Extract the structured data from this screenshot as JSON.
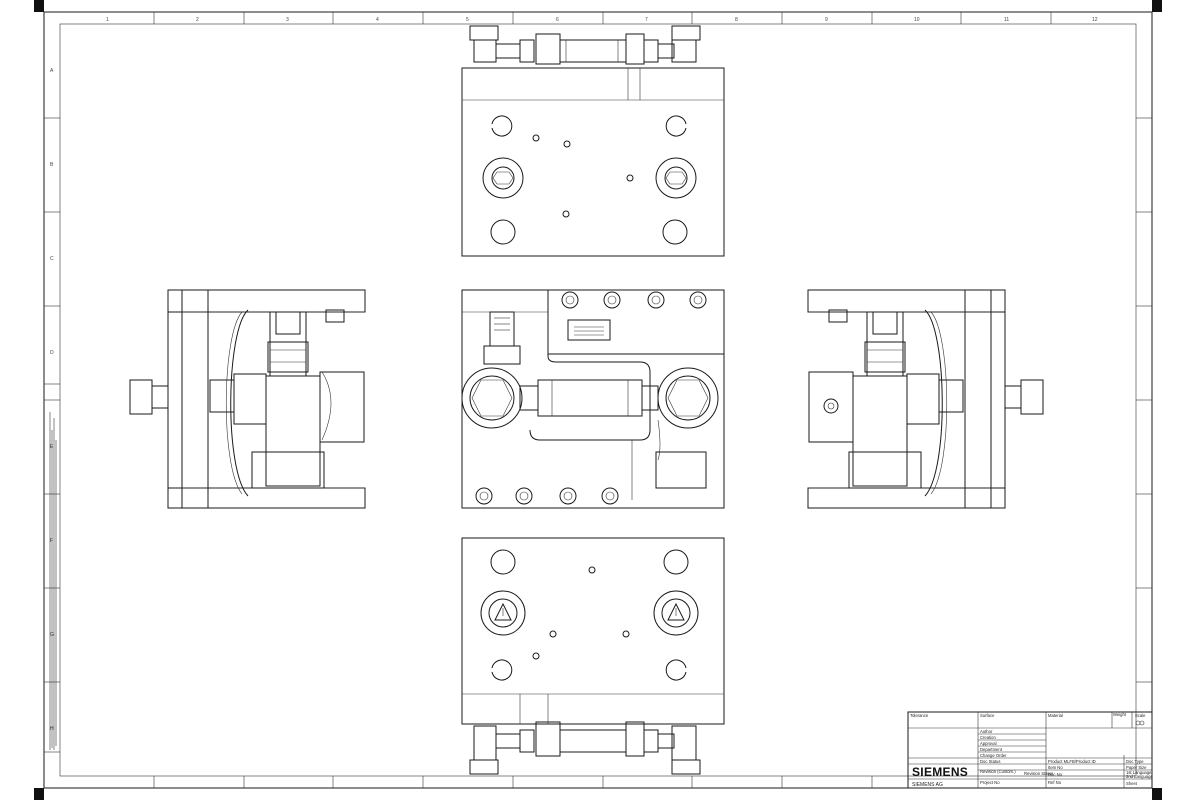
{
  "title_block": {
    "brand": "SIEMENS",
    "company": "SIEMENS AG",
    "cells": {
      "tolerance": "Tolerance",
      "surface": "Surface",
      "material": "Material",
      "weight": "Weight",
      "scale": "Scale",
      "author": "Author",
      "creation": "Creation",
      "approval": "Approval",
      "department": "Department",
      "change_order": "Change Order",
      "doc_status": "Doc Status",
      "revision_customer": "Revision (Custom.)",
      "project_no": "Project No",
      "product": "Product MLFB/Product ID",
      "item_no": "Item No",
      "revision_status": "Revision Status",
      "doc_no": "Doc No",
      "ref_no": "Ref No",
      "doc_type": "Doc Type",
      "paper_size": "Paper Size",
      "first_language": "1st Language",
      "second_language": "2nd Language",
      "sheet": "Sheet"
    }
  },
  "zones": {
    "columns": [
      "1",
      "2",
      "3",
      "4",
      "5",
      "6",
      "7",
      "8",
      "9",
      "10",
      "11",
      "12"
    ],
    "rows": [
      "A",
      "B",
      "C",
      "D",
      "E",
      "F",
      "G",
      "H"
    ]
  },
  "views": [
    "top-view",
    "left-view",
    "front-view",
    "right-view",
    "bottom-view"
  ]
}
